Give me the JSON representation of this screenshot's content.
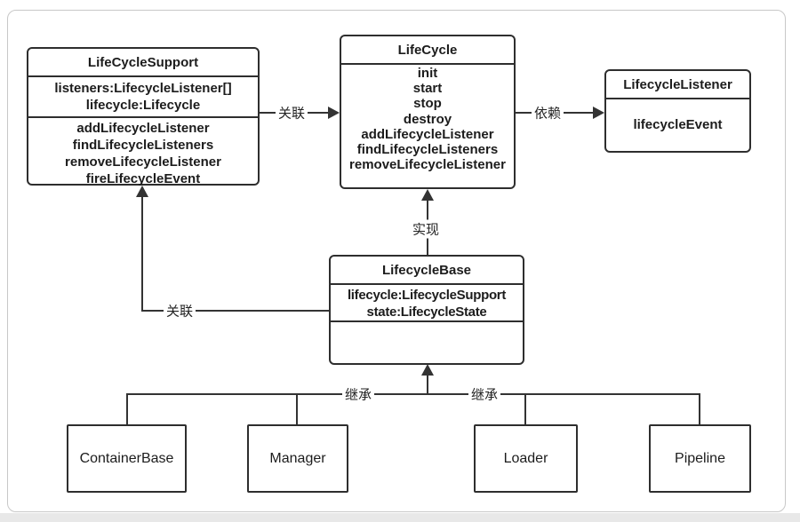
{
  "diagram": {
    "classes": [
      {
        "title": "LifeCycleSupport",
        "attributes": [
          "listeners:LifecycleListener[]",
          "lifecycle:Lifecycle"
        ],
        "methods": [
          "addLifecycleListener",
          "findLifecycleListeners",
          "removeLifecycleListener",
          "fireLifecycleEvent"
        ]
      },
      {
        "title": "LifeCycle",
        "methods": [
          "init",
          "start",
          "stop",
          "destroy",
          "addLifecycleListener",
          "findLifecycleListeners",
          "removeLifecycleListener"
        ]
      },
      {
        "title": "LifecycleListener",
        "methods": [
          "lifecycleEvent"
        ]
      },
      {
        "title": "LifecycleBase",
        "attributes": [
          "lifecycle:LifecycleSupport",
          "state:LifecycleState"
        ],
        "methods": []
      },
      {
        "title": "ContainerBase"
      },
      {
        "title": "Manager"
      },
      {
        "title": "Loader"
      },
      {
        "title": "Pipeline"
      }
    ],
    "edge_labels": {
      "support_to_lifecycle": "关联",
      "lifecycle_to_listener": "依赖",
      "base_realizes_lifecycle": "实现",
      "base_to_support": "关联",
      "inherit_left": "继承",
      "inherit_right": "继承"
    },
    "colors": {
      "line": "#333333",
      "box_border": "#2e2e2e",
      "outer_border": "#c8c8c8",
      "background": "#ffffff",
      "bottom_strip": "#e8e8e8"
    }
  }
}
